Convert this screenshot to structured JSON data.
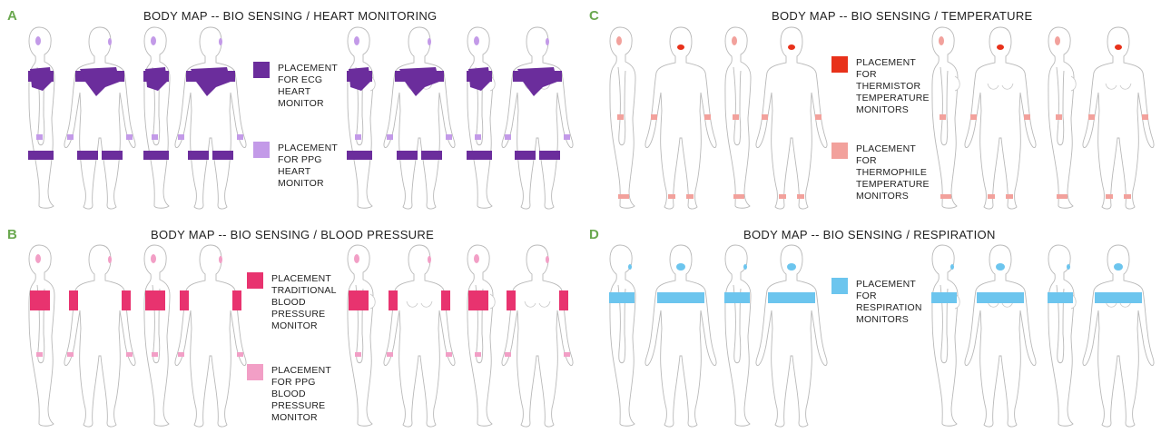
{
  "colors": {
    "ecg": "#6b2d9c",
    "ppg_heart": "#c39ae8",
    "bp_traditional": "#e8336f",
    "bp_ppg": "#f29fc6",
    "thermistor": "#e8311a",
    "thermophile": "#f2a19c",
    "respiration": "#6cc5ee",
    "outline": "#b9b9b9",
    "panel_label": "#6aa84f"
  },
  "panels": {
    "A": {
      "label": "A",
      "title": "BODY MAP -- BIO SENSING / HEART MONITORING",
      "legend": [
        {
          "text": "PLACEMENT\nFOR ECG\nHEART\nMONITOR",
          "color": "#6b2d9c"
        },
        {
          "text": "PLACEMENT\nFOR PPG\nHEART\nMONITOR",
          "color": "#c39ae8"
        }
      ]
    },
    "B": {
      "label": "B",
      "title": "BODY MAP -- BIO SENSING / BLOOD PRESSURE",
      "legend": [
        {
          "text": "PLACEMENT\nTRADITIONAL\nBLOOD\nPRESSURE\nMONITOR",
          "color": "#e8336f"
        },
        {
          "text": "PLACEMENT\nFOR PPG\nBLOOD\nPRESSURE\nMONITOR",
          "color": "#f29fc6"
        }
      ]
    },
    "C": {
      "label": "C",
      "title": "BODY MAP -- BIO SENSING / TEMPERATURE",
      "legend": [
        {
          "text": "PLACEMENT\nFOR\nTHERMISTOR\nTEMPERATURE\nMONITORS",
          "color": "#e8311a"
        },
        {
          "text": "PLACEMENT\nFOR\nTHERMOPHILE\nTEMPERATURE\nMONITORS",
          "color": "#f2a19c"
        }
      ]
    },
    "D": {
      "label": "D",
      "title": "BODY MAP -- BIO SENSING / RESPIRATION",
      "legend": [
        {
          "text": "PLACEMENT\nFOR\nRESPIRATION\nMONITORS",
          "color": "#6cc5ee"
        }
      ]
    }
  }
}
